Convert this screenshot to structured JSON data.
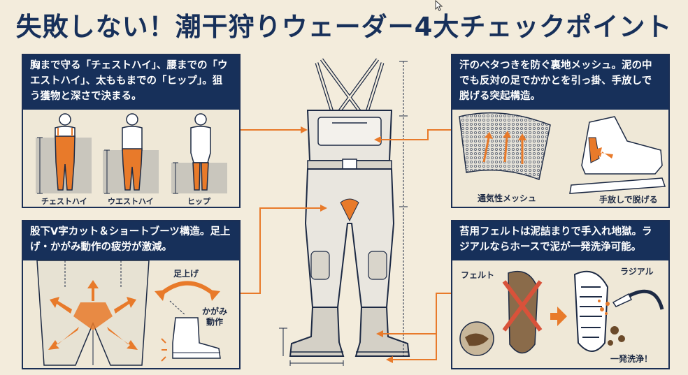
{
  "title": "失敗しない！潮干狩りウェーダー4大チェックポイント",
  "panels": {
    "top_left": {
      "text": "胸まで守る「チェストハイ」、腰までの「ウエストハイ」、太ももまでの「ヒップ」。狙う獲物と深さで決まる。",
      "captions": [
        "チェストハイ",
        "ウエストハイ",
        "ヒップ"
      ]
    },
    "bottom_left": {
      "text": "股下V字カット＆ショートブーツ構造。足上げ・かがみ動作の疲労が激減。",
      "labels": {
        "lift": "足上げ",
        "crouch": "かがみ動作"
      }
    },
    "top_right": {
      "text": "汗のベタつきを防ぐ裏地メッシュ。泥の中でも反対の足でかかとを引っ掛、手放しで脱げる突起構造。",
      "labels": {
        "mesh": "通気性メッシュ",
        "handsfree": "手放しで脱げる"
      }
    },
    "bottom_right": {
      "text": "苔用フェルトは泥詰まりで手入れ地獄。ラジアルならホースで泥が一発洗浄可能。",
      "labels": {
        "felt": "フェルト",
        "radial": "ラジアル",
        "wash": "一発洗浄！"
      }
    }
  },
  "colors": {
    "navy": "#17305a",
    "orange": "#e87a2a",
    "cream": "#f3ecdc",
    "gray": "#c9c6bd"
  },
  "icons": [
    "cursor-icon",
    "wader-illustration",
    "arrow-icon",
    "cross-icon"
  ]
}
